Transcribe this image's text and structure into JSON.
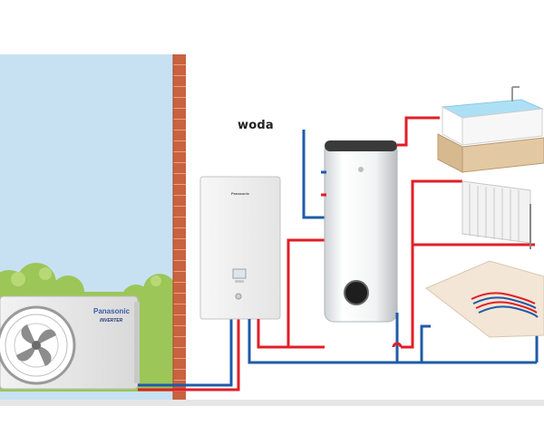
{
  "labels": {
    "water": "woda",
    "outdoor_brand": "Panasonic",
    "outdoor_series": "INVERTER",
    "indoor_brand": "Panasonic"
  },
  "colors": {
    "sky": "#c7e1f3",
    "wall_brick": "#c25a3b",
    "pipe_hot": "#e21e26",
    "pipe_cold": "#1f5ba8",
    "ground": "#e6e6e6",
    "wood": "#d7b98f",
    "bath_water": "#aee0f5",
    "hedge": "#9cc657"
  },
  "icons": {
    "outdoor_unit": "heat-pump-outdoor-unit-icon",
    "indoor_unit": "hydrobox-indoor-unit-icon",
    "tank": "hot-water-tank-icon",
    "bathtub": "bathtub-icon",
    "radiator": "radiator-icon",
    "floor": "underfloor-heating-icon"
  }
}
